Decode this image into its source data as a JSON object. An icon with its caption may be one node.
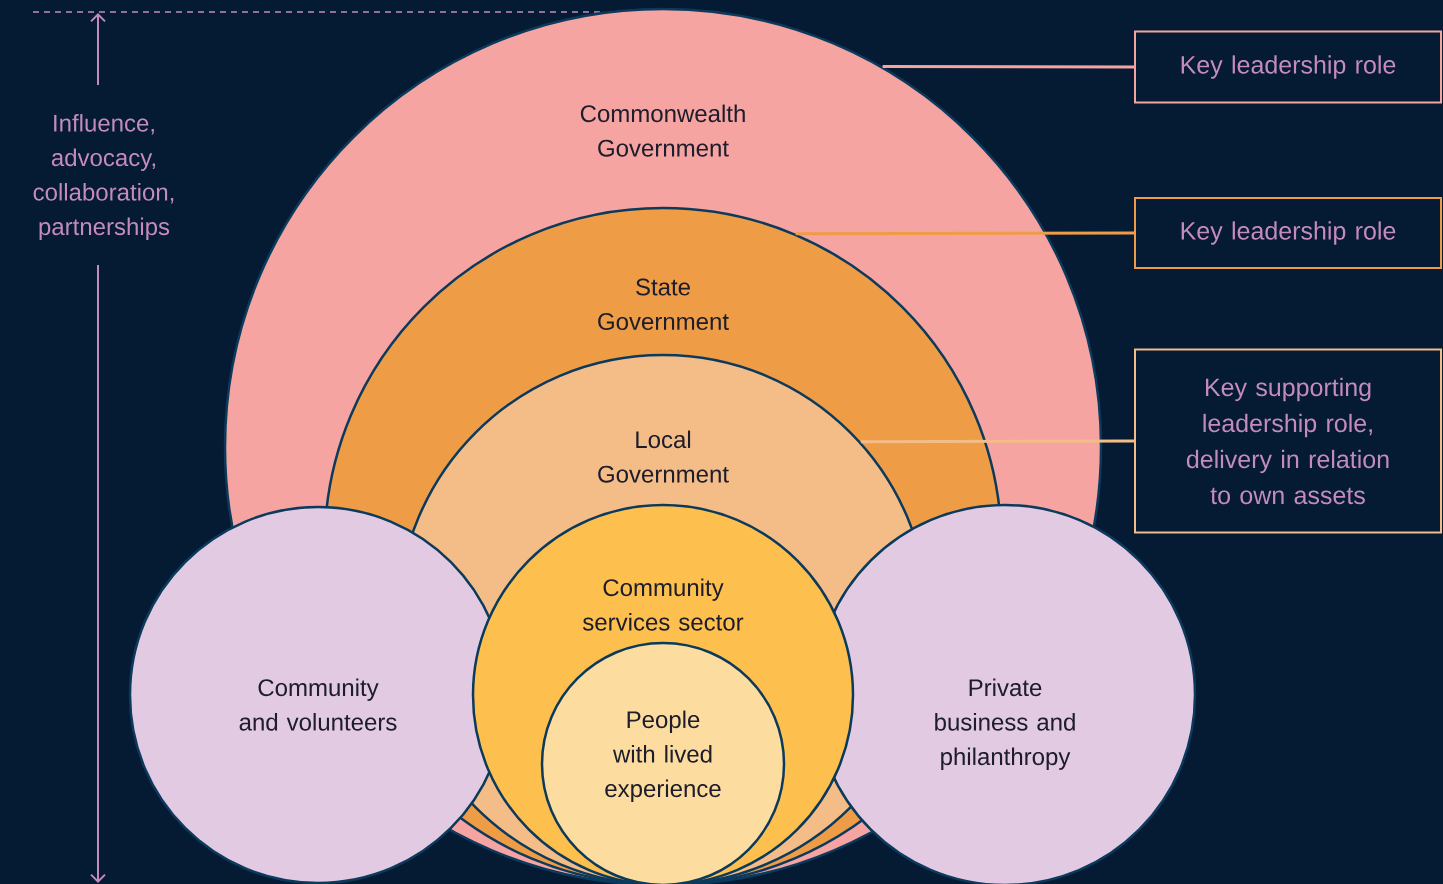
{
  "diagram": {
    "nodes": [
      {
        "text": [
          "Commonwealth Government"
        ]
      },
      {
        "text": [
          "State Government"
        ],
        "in": 0
      },
      {
        "text": [
          "Local Government"
        ],
        "in": 1
      },
      {
        "text": [
          "Community services sector"
        ],
        "in": 2
      },
      {
        "text": [
          "People with lived experience"
        ],
        "in": 3
      },
      {
        "text": [
          "Community and volunteers"
        ]
      },
      {
        "text": [
          "Private business and philanthropy"
        ]
      },
      {
        "text": [
          "Key leadership role"
        ]
      },
      {
        "text": [
          "Key leadership role"
        ]
      },
      {
        "text": [
          "Key supporting leadership role, delivery in relation to own assets"
        ]
      }
    ],
    "edges": [
      {
        "from": 7,
        "to": 0,
        "arrow": "none",
        "color": "#f5a4a2"
      },
      {
        "from": 8,
        "to": 1,
        "arrow": "none",
        "color": "#ef9c47"
      },
      {
        "from": 9,
        "to": 2,
        "arrow": "none",
        "color": "#f4bc87"
      }
    ],
    "labels": [
      "Influence, advocacy, collaboration, partnerships"
    ]
  }
}
